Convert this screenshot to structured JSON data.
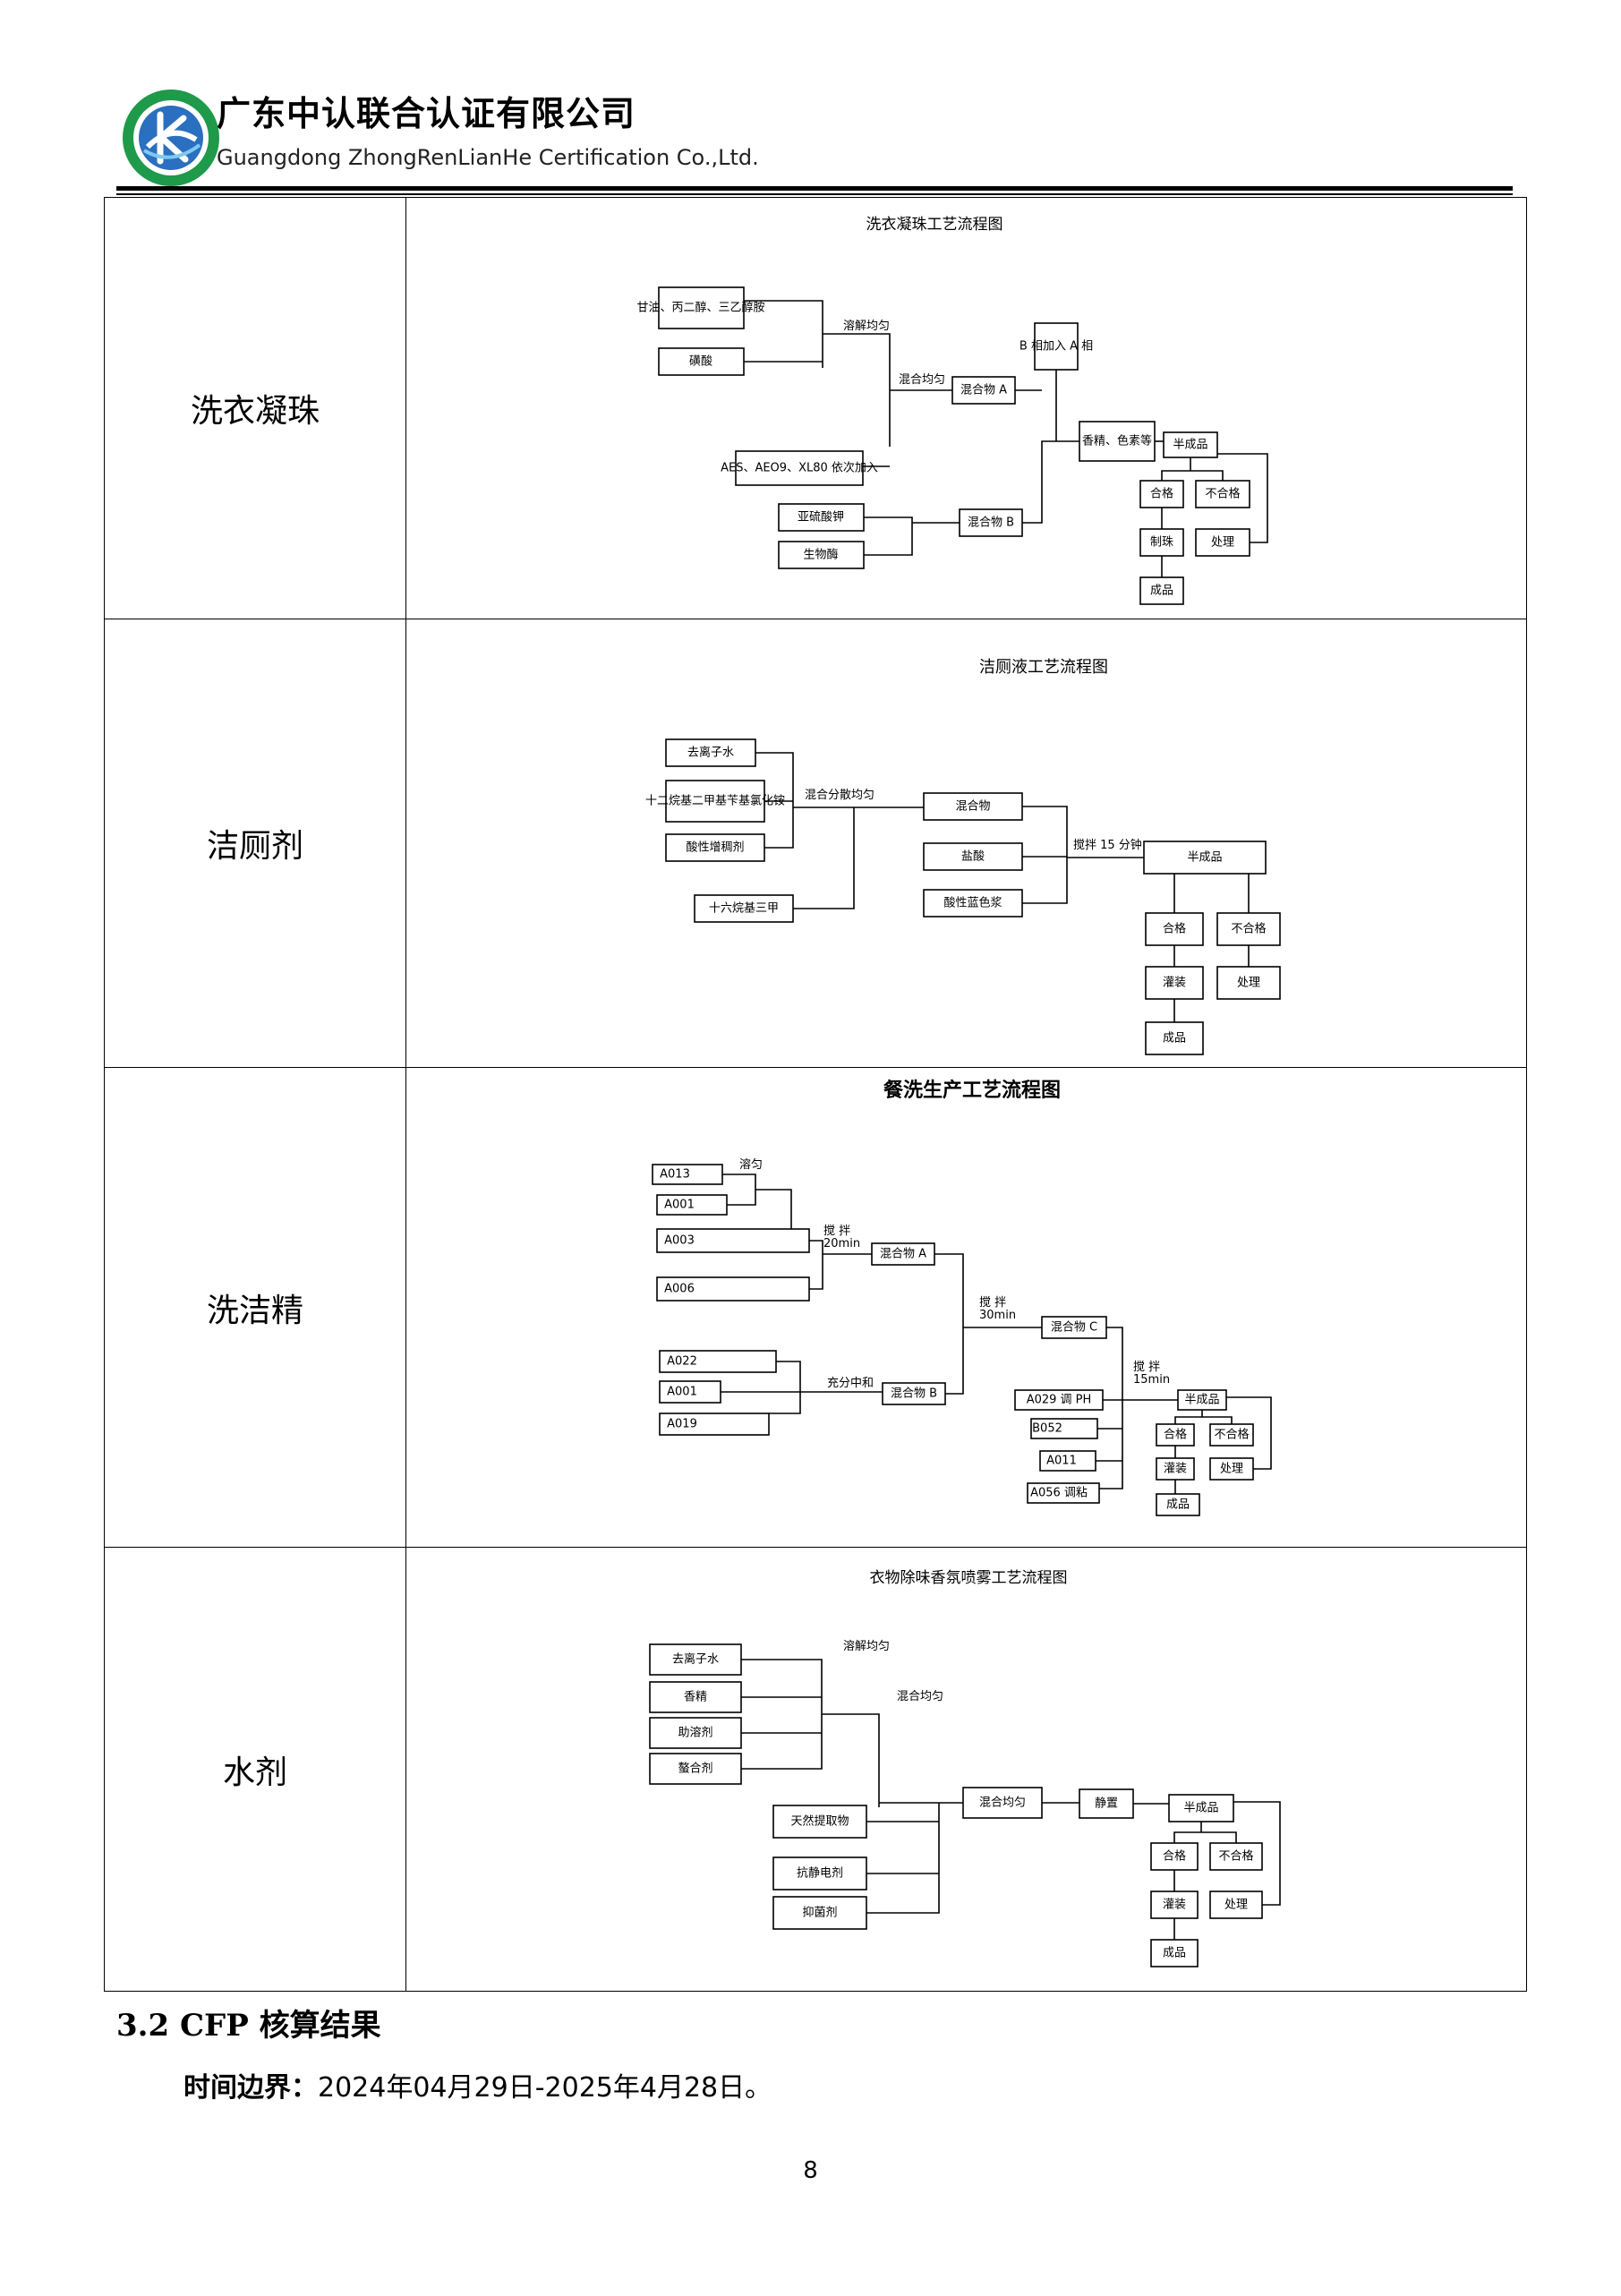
{
  "header": {
    "company_cn": "广东中认联合认证有限公司",
    "company_en": "Guangdong ZhongRenLianHe Certification Co.,Ltd."
  },
  "rows": [
    {
      "label": "洗衣凝珠",
      "diagram": {
        "title": "洗衣凝珠工艺流程图",
        "boxes": [
          "甘油、丙二醇、三乙醇胺",
          "磺酸",
          "AES、AEO9、XL80 依次加入",
          "亚硫酸钾",
          "生物酶",
          "混合物 A",
          "混合物 B",
          "B 相加入 A 相",
          "香精、色素等",
          "半成品",
          "合格",
          "不合格",
          "制珠",
          "处理",
          "成品"
        ],
        "labels": [
          "溶解均匀",
          "混合均匀"
        ]
      }
    },
    {
      "label": "洁厕剂",
      "diagram": {
        "title": "洁厕液工艺流程图",
        "boxes": [
          "去离子水",
          "十二烷基二甲基苄基氯化铵",
          "酸性增稠剂",
          "十六烷基三甲",
          "混合物",
          "盐酸",
          "酸性蓝色浆",
          "半成品",
          "合格",
          "不合格",
          "灌装",
          "处理",
          "成品"
        ],
        "labels": [
          "混合分散均匀",
          "搅拌 15 分钟"
        ]
      }
    },
    {
      "label": "洗洁精",
      "diagram": {
        "title": "餐洗生产工艺流程图",
        "boxes": [
          "A013",
          "A001",
          "A003",
          "A006",
          "A022",
          "A001",
          "A019",
          "混合物 A",
          "混合物 B",
          "混合物 C",
          "A029 调 PH",
          "B052",
          "A011",
          "A056 调粘",
          "半成品",
          "合格",
          "不合格",
          "灌装",
          "处理",
          "成品"
        ],
        "labels": [
          "溶匀",
          "搅 拌",
          "20min",
          "充分中和",
          "搅 拌",
          "30min",
          "搅 拌",
          "15min"
        ]
      }
    },
    {
      "label": "水剂",
      "diagram": {
        "title": "衣物除味香氛喷雾工艺流程图",
        "boxes": [
          "去离子水",
          "香精",
          "助溶剂",
          "螯合剂",
          "天然提取物",
          "抗静电剂",
          "抑菌剂",
          "混合均匀",
          "静置",
          "半成品",
          "合格",
          "不合格",
          "灌装",
          "处理",
          "成品"
        ],
        "labels": [
          "溶解均匀",
          "混合均匀"
        ]
      }
    }
  ],
  "section": {
    "title": "3.2 CFP 核算结果",
    "time_label": "时间边界：",
    "time_value": "2024年04月29日-2025年4月28日。"
  },
  "page_number": "8"
}
